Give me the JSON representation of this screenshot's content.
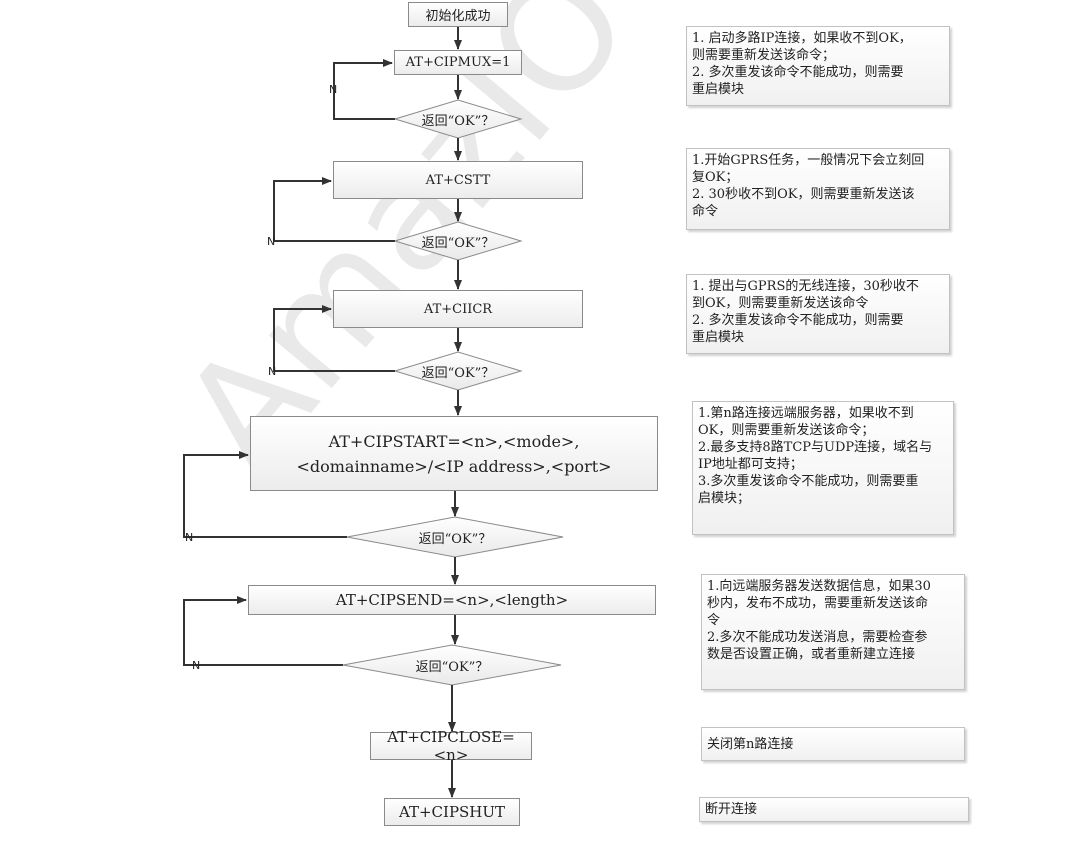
{
  "watermark": "AmazIOT Confidential",
  "steps": [
    {
      "id": "init",
      "label": "初始化成功"
    },
    {
      "id": "cipmux",
      "label": "AT+CIPMUX=1"
    },
    {
      "id": "cstt",
      "label": "AT+CSTT"
    },
    {
      "id": "ciicr",
      "label": "AT+CIICR"
    },
    {
      "id": "cipstart",
      "label": "AT+CIPSTART=<n>,<mode>,<domainname>/<IP address>,<port>"
    },
    {
      "id": "cipsend",
      "label": "AT+CIPSEND=<n>,<length>"
    },
    {
      "id": "cipclose",
      "label": "AT+CIPCLOSE=<n>"
    },
    {
      "id": "cipshut",
      "label": "AT+CIPSHUT"
    }
  ],
  "decisions": [
    {
      "label": "返回“OK”？",
      "no_label": "N"
    },
    {
      "label": "返回“OK”？",
      "no_label": "N"
    },
    {
      "label": "返回“OK”？",
      "no_label": "N"
    },
    {
      "label": "返回“OK”？",
      "no_label": "N"
    },
    {
      "label": "返回“OK”？",
      "no_label": "N"
    }
  ],
  "notes": [
    {
      "lines": [
        "1.  启动多路IP连接，如果收不到OK，",
        "则需要重新发送该命令；",
        "2.  多次重发该命令不能成功，则需要",
        "重启模块"
      ]
    },
    {
      "lines": [
        "1.开始GPRS任务，一般情况下会立刻回",
        "复OK；",
        "2.  30秒收不到OK，则需要重新发送该",
        "命令"
      ]
    },
    {
      "lines": [
        "1.  提出与GPRS的无线连接，30秒收不",
        "到OK，则需要重新发送该命令",
        "2.  多次重发该命令不能成功，则需要",
        "重启模块"
      ]
    },
    {
      "lines": [
        "1.第n路连接远端服务器，如果收不到",
        "OK，则需要重新发送该命令；",
        "2.最多支持8路TCP与UDP连接，域名与",
        "IP地址都可支持；",
        "3.多次重发该命令不能成功，则需要重",
        "启模块；"
      ]
    },
    {
      "lines": [
        "1.向远端服务器发送数据信息，如果30",
        "秒内，发布不成功，需要重新发送该命",
        "令",
        "2.多次不能成功发送消息，需要检查参",
        "数是否设置正确，或者重新建立连接"
      ]
    },
    {
      "lines": [
        "关闭第n路连接"
      ]
    },
    {
      "lines": [
        "断开连接"
      ]
    }
  ]
}
